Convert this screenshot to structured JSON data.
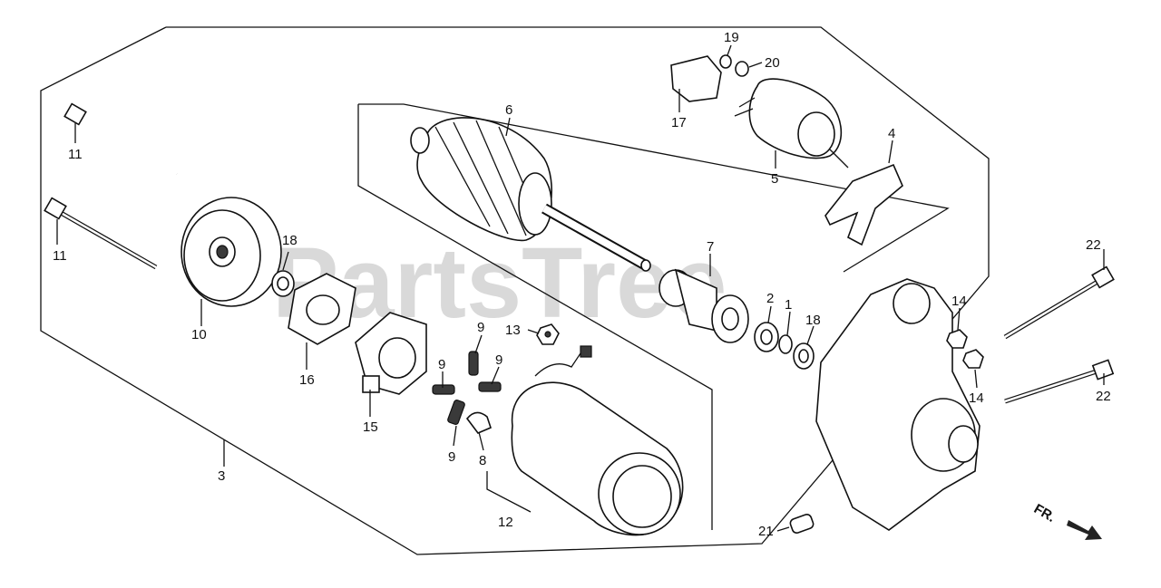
{
  "watermark": "PartsTree",
  "direction_label": "FR.",
  "callouts": [
    {
      "id": "c1",
      "text": "1"
    },
    {
      "id": "c2",
      "text": "2"
    },
    {
      "id": "c3",
      "text": "3"
    },
    {
      "id": "c4",
      "text": "4"
    },
    {
      "id": "c5",
      "text": "5"
    },
    {
      "id": "c6",
      "text": "6"
    },
    {
      "id": "c7",
      "text": "7"
    },
    {
      "id": "c8",
      "text": "8"
    },
    {
      "id": "c9a",
      "text": "9"
    },
    {
      "id": "c9b",
      "text": "9"
    },
    {
      "id": "c9c",
      "text": "9"
    },
    {
      "id": "c9d",
      "text": "9"
    },
    {
      "id": "c10",
      "text": "10"
    },
    {
      "id": "c11a",
      "text": "11"
    },
    {
      "id": "c11b",
      "text": "11"
    },
    {
      "id": "c12",
      "text": "12"
    },
    {
      "id": "c13",
      "text": "13"
    },
    {
      "id": "c14a",
      "text": "14"
    },
    {
      "id": "c14b",
      "text": "14"
    },
    {
      "id": "c15",
      "text": "15"
    },
    {
      "id": "c16",
      "text": "16"
    },
    {
      "id": "c17",
      "text": "17"
    },
    {
      "id": "c18a",
      "text": "18"
    },
    {
      "id": "c18b",
      "text": "18"
    },
    {
      "id": "c19",
      "text": "19"
    },
    {
      "id": "c20",
      "text": "20"
    },
    {
      "id": "c21",
      "text": "21"
    },
    {
      "id": "c22a",
      "text": "22"
    },
    {
      "id": "c22b",
      "text": "22"
    }
  ]
}
